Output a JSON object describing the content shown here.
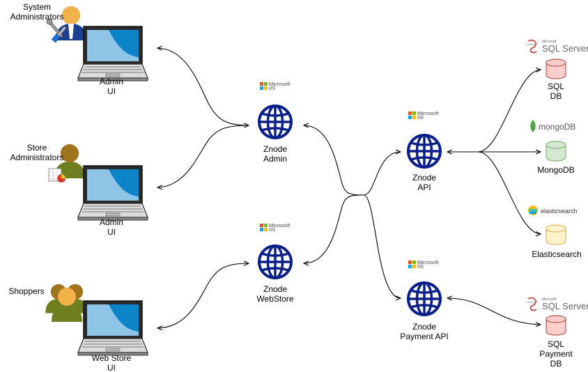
{
  "actors": {
    "system_admins": "System\nAdministrators",
    "store_admins": "Store\nAdministrators",
    "shoppers": "Shoppers"
  },
  "clients": {
    "admin_ui_1": "Admin\nUI",
    "admin_ui_2": "Admin\nUI",
    "webstore_ui": "Web Store\nUI"
  },
  "servers": {
    "znode_admin": "Znode\nAdmin",
    "znode_webstore": "Znode\nWebStore",
    "znode_api": "Znode\nAPI",
    "znode_payment_api": "Znode\nPayment API"
  },
  "databases": {
    "sql_db": "SQL\nDB",
    "mongodb": "MongoDB",
    "elasticsearch": "Elasticsearch",
    "sql_payment_db": "SQL\nPayment\nDB"
  },
  "logos": {
    "microsoft": "Microsoft",
    "iis": "IIS",
    "sql_small": "Microsoft",
    "sql_server": "SQL Server",
    "mongodb": "mongoDB",
    "elasticsearch": "elasticsearch"
  },
  "colors": {
    "globe_blue": "#0b1f8a",
    "sql_db_fill": "#f8cecc",
    "sql_db_stroke": "#b85450",
    "mongo_fill": "#d5e8d4",
    "mongo_stroke": "#82b366",
    "elastic_fill": "#fff2cc",
    "elastic_stroke": "#d6b656"
  }
}
